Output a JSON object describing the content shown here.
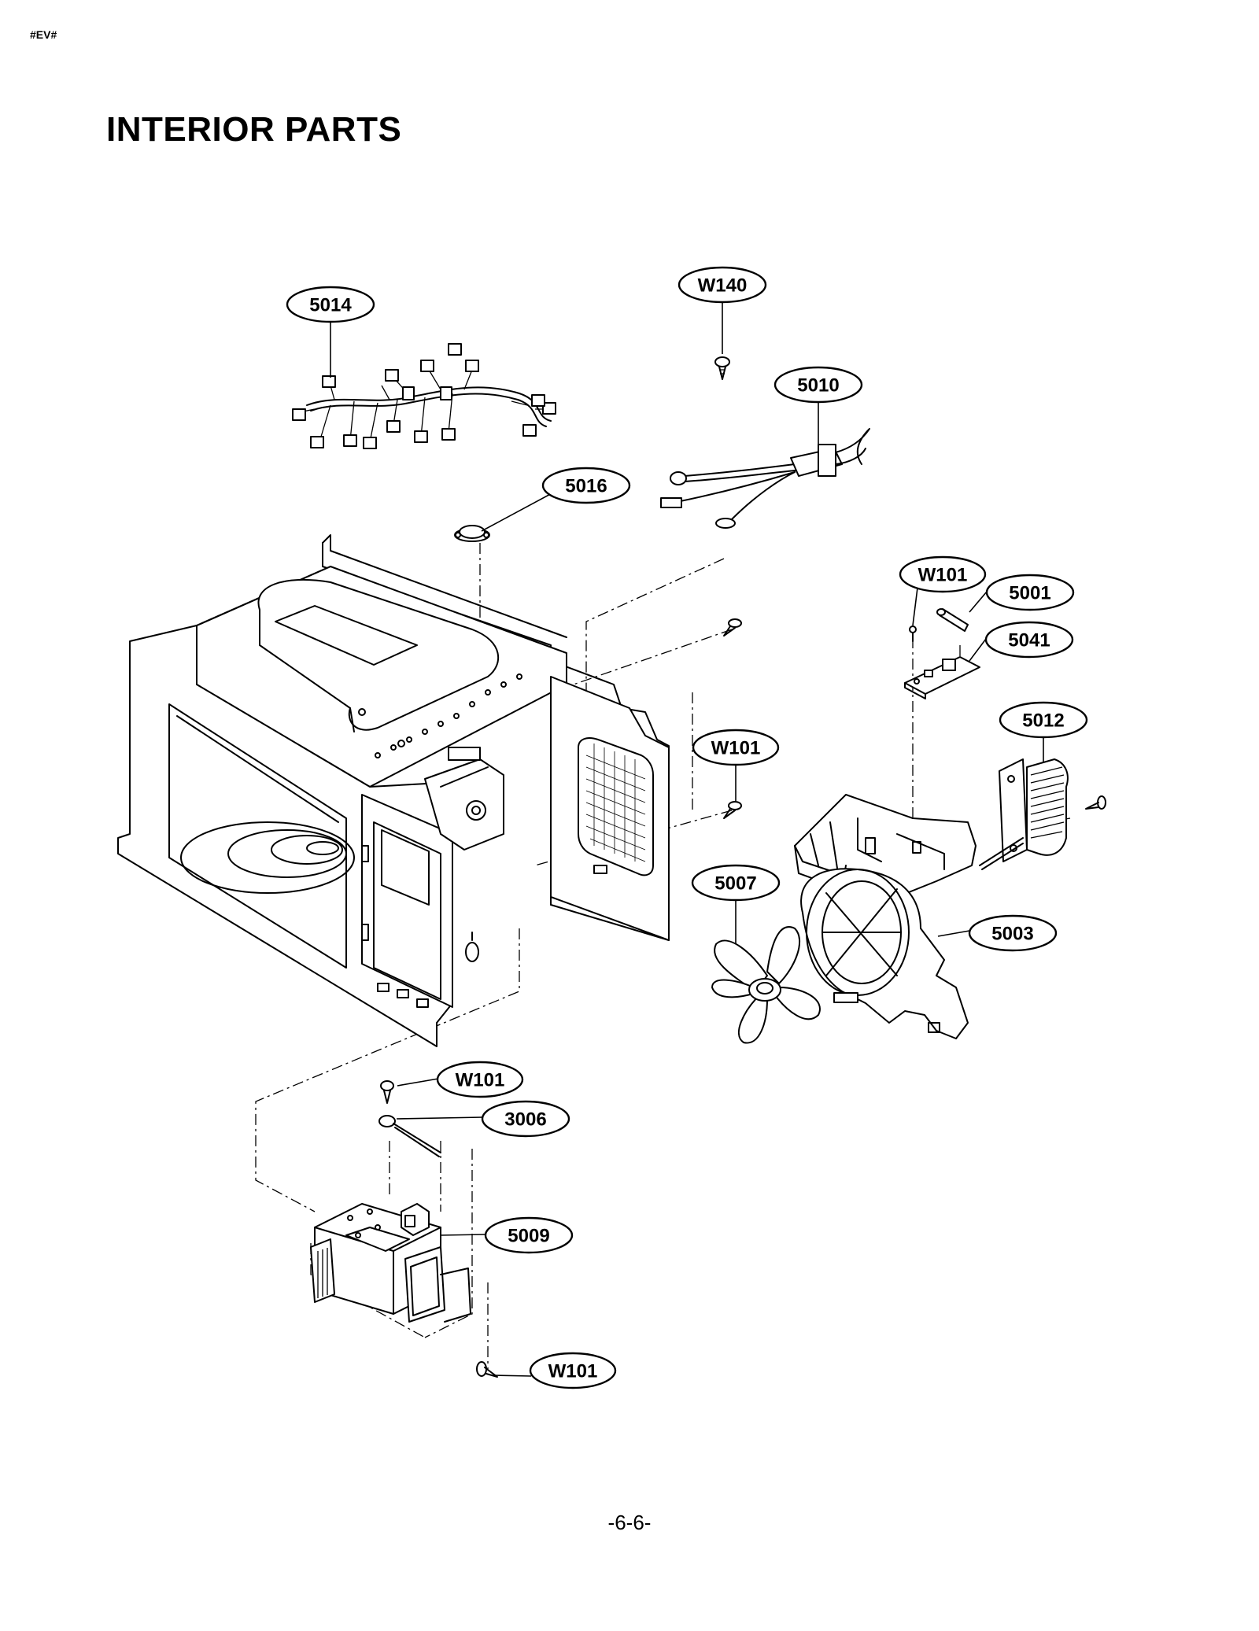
{
  "header_code": "#EV#",
  "title": "INTERIOR PARTS",
  "page_number": "-6-6-",
  "callouts": [
    {
      "id": "c-5014",
      "label": "5014"
    },
    {
      "id": "c-w140",
      "label": "W140"
    },
    {
      "id": "c-5010",
      "label": "5010"
    },
    {
      "id": "c-5016",
      "label": "5016"
    },
    {
      "id": "c-w101-a",
      "label": "W101"
    },
    {
      "id": "c-5001",
      "label": "5001"
    },
    {
      "id": "c-5041",
      "label": "5041"
    },
    {
      "id": "c-5012",
      "label": "5012"
    },
    {
      "id": "c-w101-b",
      "label": "W101"
    },
    {
      "id": "c-5007",
      "label": "5007"
    },
    {
      "id": "c-5003",
      "label": "5003"
    },
    {
      "id": "c-w101-c",
      "label": "W101"
    },
    {
      "id": "c-3006",
      "label": "3006"
    },
    {
      "id": "c-5009",
      "label": "5009"
    },
    {
      "id": "c-w101-d",
      "label": "W101"
    }
  ]
}
